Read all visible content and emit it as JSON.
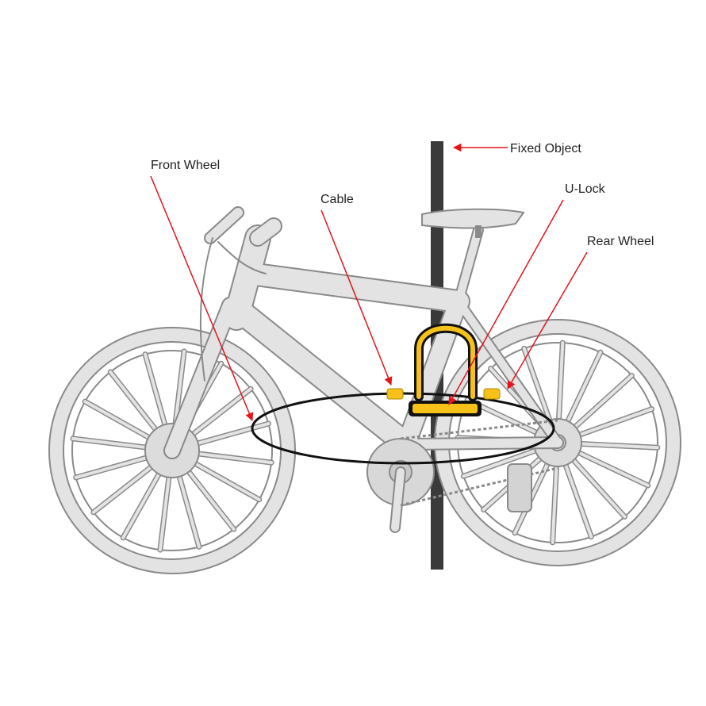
{
  "labels": {
    "fixed_object": "Fixed Object",
    "front_wheel": "Front Wheel",
    "cable": "Cable",
    "u_lock": "U-Lock",
    "rear_wheel": "Rear Wheel"
  },
  "colors": {
    "background": "#ffffff",
    "bike_fill": "#e3e3e3",
    "bike_outline": "#8a8a8a",
    "pole": "#3a3a3a",
    "arrow": "#e3141a",
    "lock_yellow": "#f6c21a",
    "cable": "#111111",
    "label_text": "#222222"
  }
}
